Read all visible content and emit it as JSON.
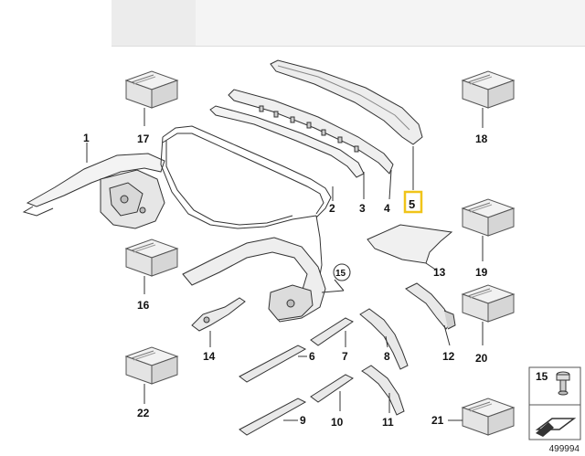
{
  "labels": {
    "l1": "1",
    "l2": "2",
    "l3": "3",
    "l4": "4",
    "l5": "5",
    "l6": "6",
    "l7": "7",
    "l8": "8",
    "l9": "9",
    "l10": "10",
    "l11": "11",
    "l12": "12",
    "l13": "13",
    "l14": "14",
    "l15": "15",
    "l16": "16",
    "l17": "17",
    "l18": "18",
    "l19": "19",
    "l20": "20",
    "l21": "21",
    "l22": "22"
  },
  "legend": {
    "item": "15"
  },
  "highlighted_part": "5",
  "colors": {
    "highlight": "#f0c419",
    "line": "#333333"
  },
  "diagram_ref": "499994"
}
